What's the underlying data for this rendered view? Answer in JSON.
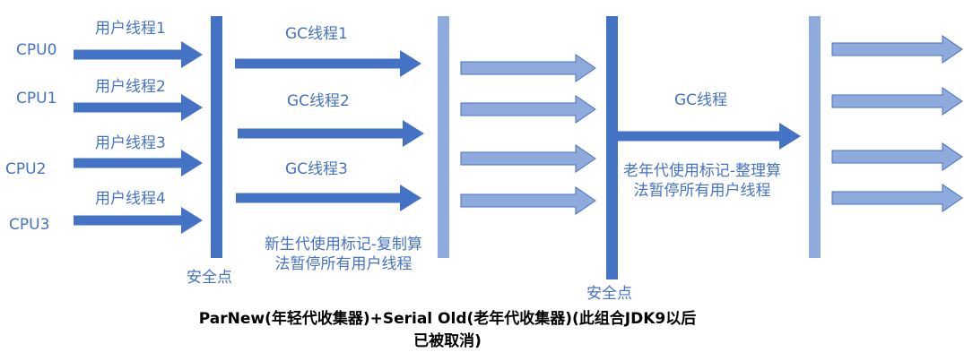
{
  "colors": {
    "dark_blue": "#4472C4",
    "light_blue": "#8FAADC",
    "text_blue": "#4472C4",
    "caption": "#000000"
  },
  "cpus": [
    "CPU0",
    "CPU1",
    "CPU2",
    "CPU3"
  ],
  "user_threads": [
    "用户线程1",
    "用户线程2",
    "用户线程3",
    "用户线程4"
  ],
  "gc_threads": [
    "GC线程1",
    "GC线程2",
    "GC线程3"
  ],
  "old_gc_thread": "GC线程",
  "safepoint_1": "安全点",
  "safepoint_2": "安全点",
  "young_gen_note": "新生代使用标记-复制算法暂停所有用户线程",
  "old_gen_note": "老年代使用标记-整理算法暂停所有用户线程",
  "caption": "ParNew(年轻代收集器)+Serial Old(老年代收集器)(此组合JDK9以后已被取消)"
}
